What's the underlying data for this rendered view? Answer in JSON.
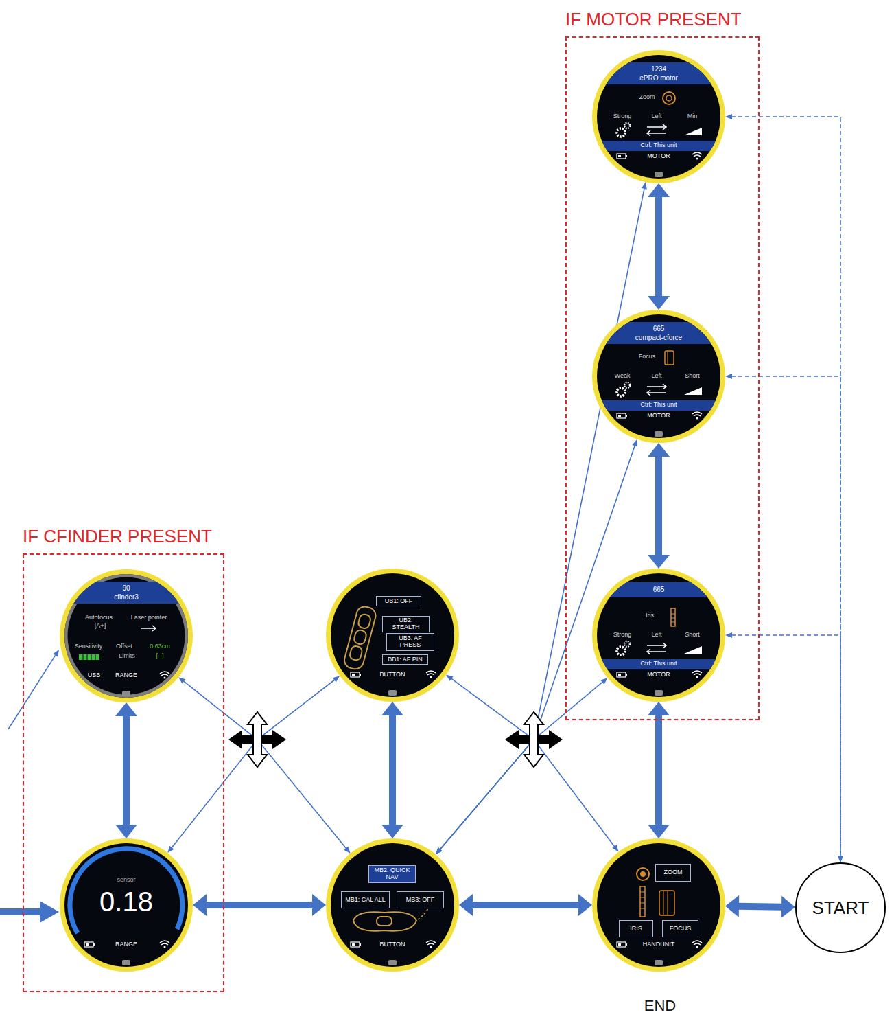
{
  "diagram": {
    "nodes": [
      {
        "text": [
          "IF CFINDER PRESENT"
        ]
      },
      {
        "text": [
          "90",
          "cfinder3",
          "Autofocus",
          "[A+]",
          "Laser pointer",
          "Sensitivity",
          "Offset",
          "0.63cm",
          "Limits",
          "[--]",
          "USB",
          "RANGE"
        ],
        "in": 0
      },
      {
        "text": [
          "sensor",
          "0.18",
          "RANGE"
        ],
        "in": 0
      },
      {
        "text": [
          "IF MOTOR PRESENT"
        ]
      },
      {
        "text": [
          "1234",
          "ePRO motor",
          "Zoom",
          "Strong",
          "Left",
          "Min",
          "Ctrl: This unit",
          "MOTOR"
        ],
        "in": 3
      },
      {
        "text": [
          "665",
          "compact-cforce",
          "Focus",
          "Weak",
          "Left",
          "Short",
          "Ctrl: This unit",
          "MOTOR"
        ],
        "in": 3
      },
      {
        "text": [
          "665",
          "Iris",
          "Strong",
          "Left",
          "Short",
          "Ctrl: This unit",
          "MOTOR"
        ],
        "in": 3
      },
      {
        "text": [
          "BUTTON"
        ]
      },
      {
        "text": [
          "UB1: OFF"
        ],
        "in": 7
      },
      {
        "text": [
          "UB2: STEALTH"
        ],
        "in": 7
      },
      {
        "text": [
          "UB3: AF PRESS"
        ],
        "in": 7
      },
      {
        "text": [
          "BB1: AF PIN"
        ],
        "in": 7
      },
      {
        "text": [
          "BUTTON"
        ]
      },
      {
        "text": [
          "MB2: QUICK NAV"
        ],
        "in": 12
      },
      {
        "text": [
          "MB1: CAL ALL"
        ],
        "in": 12
      },
      {
        "text": [
          "MB3: OFF"
        ],
        "in": 12
      },
      {
        "text": [
          "HANDUNIT"
        ]
      },
      {
        "text": [
          "ZOOM"
        ],
        "in": 16
      },
      {
        "text": [
          "IRIS"
        ],
        "in": 16
      },
      {
        "text": [
          "FOCUS"
        ],
        "in": 16
      },
      {
        "text": [
          "START"
        ]
      }
    ],
    "edges": [
      {
        "from": 1,
        "to": 2,
        "arrow": "both"
      },
      {
        "from": 2,
        "to": 12,
        "arrow": "both"
      },
      {
        "from": 12,
        "to": 7,
        "arrow": "both"
      },
      {
        "from": 12,
        "to": 16,
        "arrow": "both"
      },
      {
        "from": 16,
        "to": 20,
        "arrow": "both"
      },
      {
        "from": 16,
        "to": 6,
        "arrow": "both"
      },
      {
        "from": 6,
        "to": 5,
        "arrow": "both"
      },
      {
        "from": 5,
        "to": 4,
        "arrow": "both"
      },
      {
        "from": 1,
        "to": 12,
        "arrow": "both"
      },
      {
        "from": 2,
        "to": 7,
        "arrow": "both"
      },
      {
        "from": 7,
        "to": 16,
        "arrow": "both"
      },
      {
        "from": 12,
        "to": 4,
        "arrow": "both"
      },
      {
        "from": 12,
        "to": 5,
        "arrow": "both"
      },
      {
        "from": 12,
        "to": 6,
        "arrow": "both"
      },
      {
        "from": 4,
        "to": 20,
        "arrow": "both"
      },
      {
        "from": 5,
        "to": 20,
        "arrow": "both"
      },
      {
        "from": 6,
        "to": 20,
        "arrow": "both"
      }
    ],
    "labels": [
      "END"
    ]
  }
}
